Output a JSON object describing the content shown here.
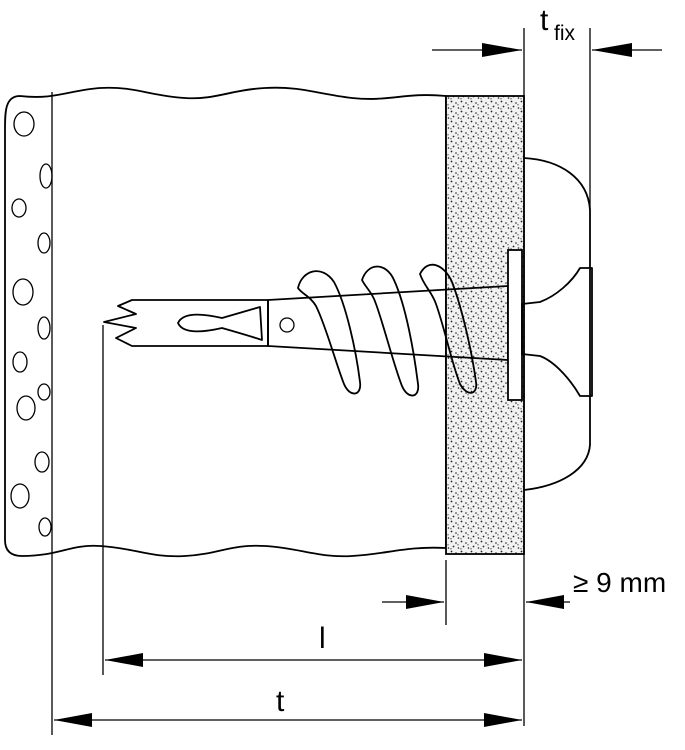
{
  "labels": {
    "t_fix_main": "t",
    "t_fix_sub": "fix",
    "min_depth": "≥ 9 mm",
    "l": "l",
    "t": "t"
  }
}
